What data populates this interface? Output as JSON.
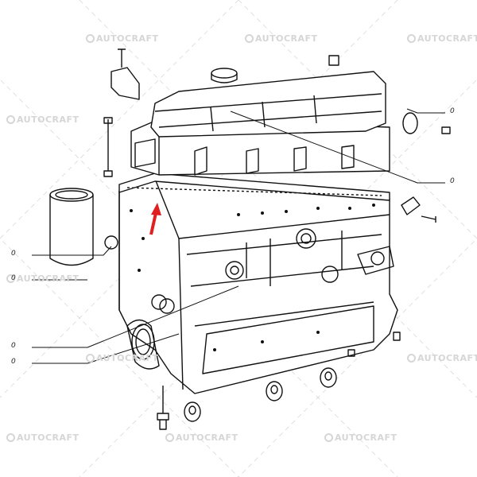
{
  "watermark": {
    "text": "AUTOCRAFT",
    "color": "#d6d6d6"
  },
  "callouts": [
    {
      "id": "liner-ref",
      "label": "0"
    },
    {
      "id": "plug-ref",
      "label": "0"
    },
    {
      "id": "seal-ref",
      "label": "0"
    },
    {
      "id": "cover-ref",
      "label": "0"
    },
    {
      "id": "cap-ref",
      "label": "0"
    },
    {
      "id": "gasket-ref",
      "label": "0"
    }
  ],
  "highlight": {
    "icon": "red-arrow-icon",
    "color": "#e02020",
    "target": "head-gasket"
  }
}
